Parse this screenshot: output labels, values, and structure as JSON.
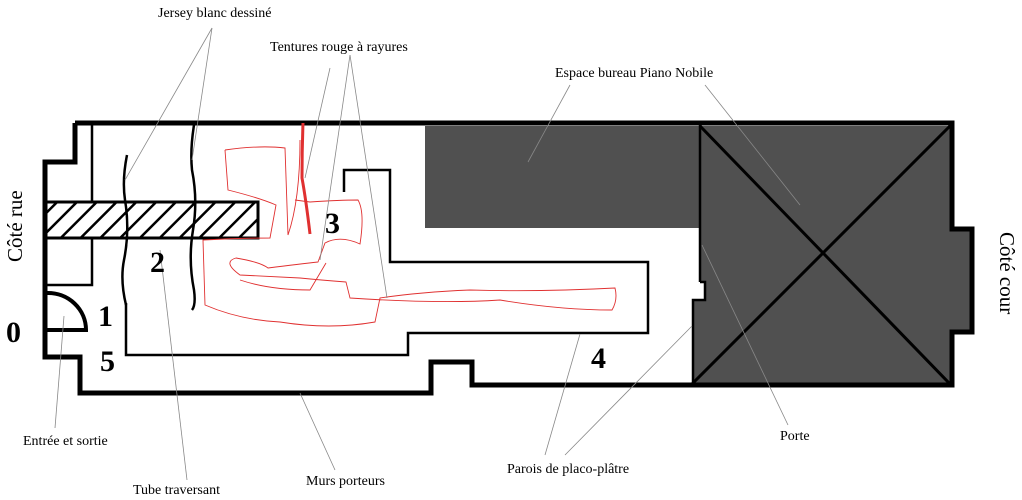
{
  "title": "Plan schématique",
  "colors": {
    "wall": "#000000",
    "office": "#505050",
    "curtain": "#e03030"
  },
  "sides": {
    "street": "Côté rue",
    "courtyard": "Côté cour"
  },
  "numbers": [
    "0",
    "1",
    "2",
    "3",
    "4",
    "5"
  ],
  "labels": {
    "jersey": "Jersey blanc dessiné",
    "curtains": "Tentures rouge à rayures",
    "office": "Espace bureau Piano Nobile",
    "entrance": "Entrée et sortie",
    "tube": "Tube traversant",
    "walls": "Murs porteurs",
    "partitions": "Parois de placo-plâtre",
    "door": "Porte"
  }
}
